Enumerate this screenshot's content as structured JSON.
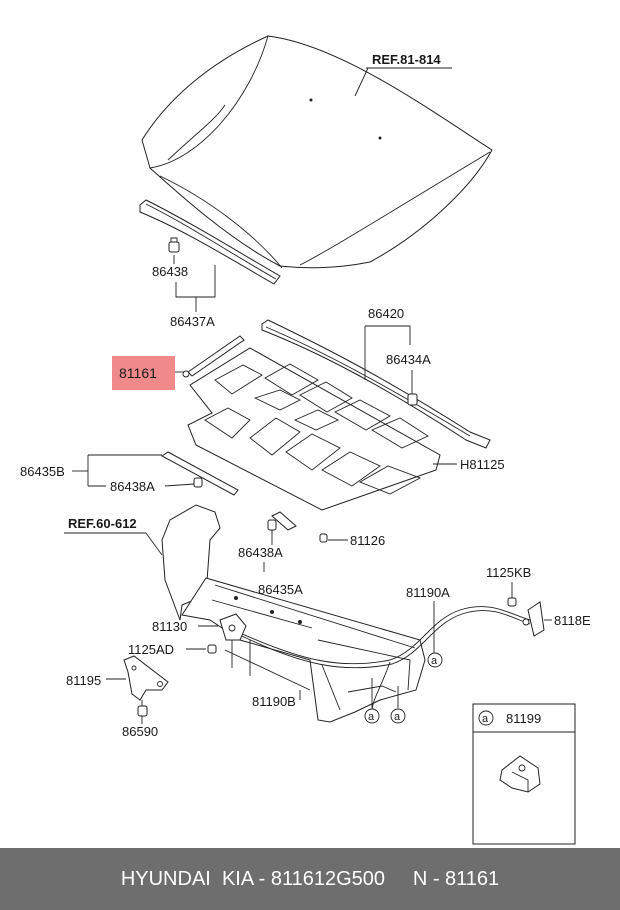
{
  "diagram": {
    "refs": {
      "hood": "REF.81-814",
      "panel": "REF.60-612"
    },
    "highlight_label": "81161",
    "highlight_color": "#f08a8a",
    "labels": {
      "p86438": "86438",
      "p86437A": "86437A",
      "p86420": "86420",
      "p86434A": "86434A",
      "p86435B": "86435B",
      "p86438A_left": "86438A",
      "pH81125": "H81125",
      "p86438A_mid": "86438A",
      "p86435A": "86435A",
      "p81126": "81126",
      "p81190A": "81190A",
      "p1125KB": "1125KB",
      "p8118E": "8118E",
      "p81130": "81130",
      "p1125AD": "1125AD",
      "p81195": "81195",
      "p86590": "86590",
      "p81190B": "81190B"
    },
    "callout_letter": "a",
    "inset_label": "81199"
  },
  "footer": {
    "text": "HYUNDAI  KIA - 811612G500     N - 81161",
    "background": "#6e6e6e"
  }
}
